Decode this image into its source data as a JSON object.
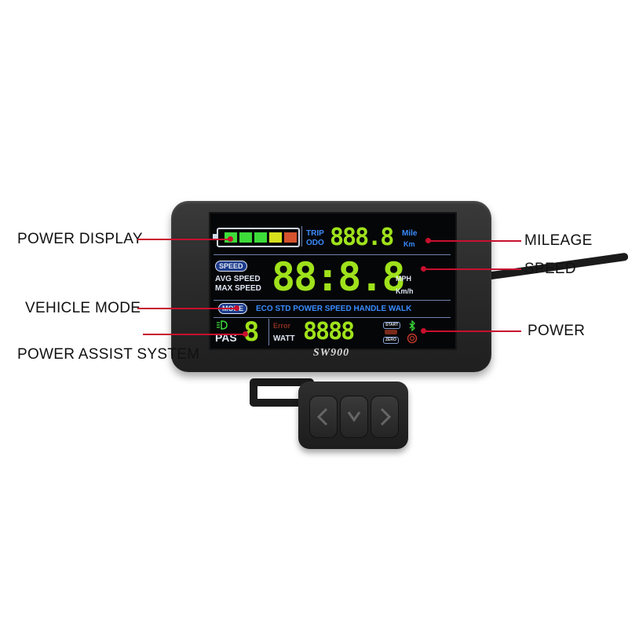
{
  "callouts": {
    "power_display": "POWER DISPLAY",
    "mileage": "MILEAGE",
    "speed": "SPEED",
    "vehicle_mode": "VEHICLE MODE",
    "power": "POWER",
    "power_assist": "POWER ASSIST SYSTEM"
  },
  "device": {
    "model": "SW900",
    "screen": {
      "trip": "TRIP",
      "odo": "ODO",
      "mileage_digits": "888.8",
      "mile_unit": "Mile",
      "km_unit": "Km",
      "speed_badge": "SPEED",
      "avg_speed": "AVG SPEED",
      "max_speed": "MAX SPEED",
      "speed_digits": "88:8.8",
      "mph": "MPH",
      "kmh": "Km/h",
      "mode_badge": "MODE",
      "modes": "ECO STD POWER SPEED HANDLE WALK",
      "pas": "PAS",
      "pas_digit": "8",
      "error": "Error",
      "watt": "WATT",
      "power_digits": "8888",
      "start": "START",
      "zero": "ZERO"
    },
    "battery_colors": [
      "#3ddc3a",
      "#3ddc3a",
      "#3ddc3a",
      "#d7e11c",
      "#d5532e"
    ]
  },
  "colors": {
    "accent": "#c8102e",
    "segment": "#9fe21b",
    "label_blue": "#3a8cff"
  }
}
